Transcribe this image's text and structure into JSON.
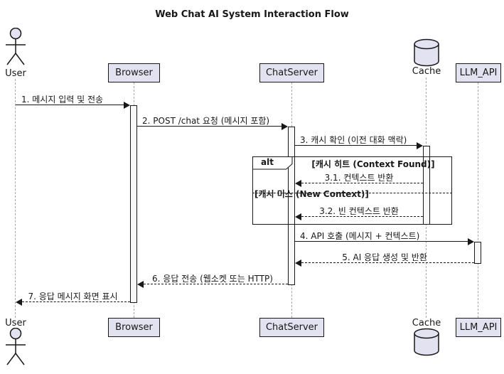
{
  "title": "Web Chat AI System Interaction Flow",
  "participants": {
    "user_top": "User",
    "browser_top": "Browser",
    "chatserver_top": "ChatServer",
    "cache_top": "Cache",
    "llm_top": "LLM_API",
    "user_bottom": "User",
    "browser_bottom": "Browser",
    "chatserver_bottom": "ChatServer",
    "cache_bottom": "Cache",
    "llm_bottom": "LLM_API"
  },
  "alt": {
    "tag": "alt",
    "condition_hit": "[캐시 히트 (Context Found)]",
    "condition_miss": "[캐시 미스 (New Context)]"
  },
  "messages": {
    "m1": "1. 메시지 입력 및 전송",
    "m2": "2. POST /chat 요청 (메시지 포함)",
    "m3": "3. 캐시 확인 (이전 대화 맥락)",
    "m3_1": "3.1. 컨텍스트 반환",
    "m3_2": "3.2. 빈 컨텍스트 반환",
    "m4": "4. API 호출 (메시지 + 컨텍스트)",
    "m5": "5. AI 응답 생성 및 반환",
    "m6": "6. 응답 전송 (웹소켓 또는 HTTP)",
    "m7": "7. 응답 메시지 화면 표시"
  },
  "colors": {
    "participant_fill": "#E2E2F0",
    "border": "#181818",
    "lifeline_gray": "#A8A8A8"
  }
}
